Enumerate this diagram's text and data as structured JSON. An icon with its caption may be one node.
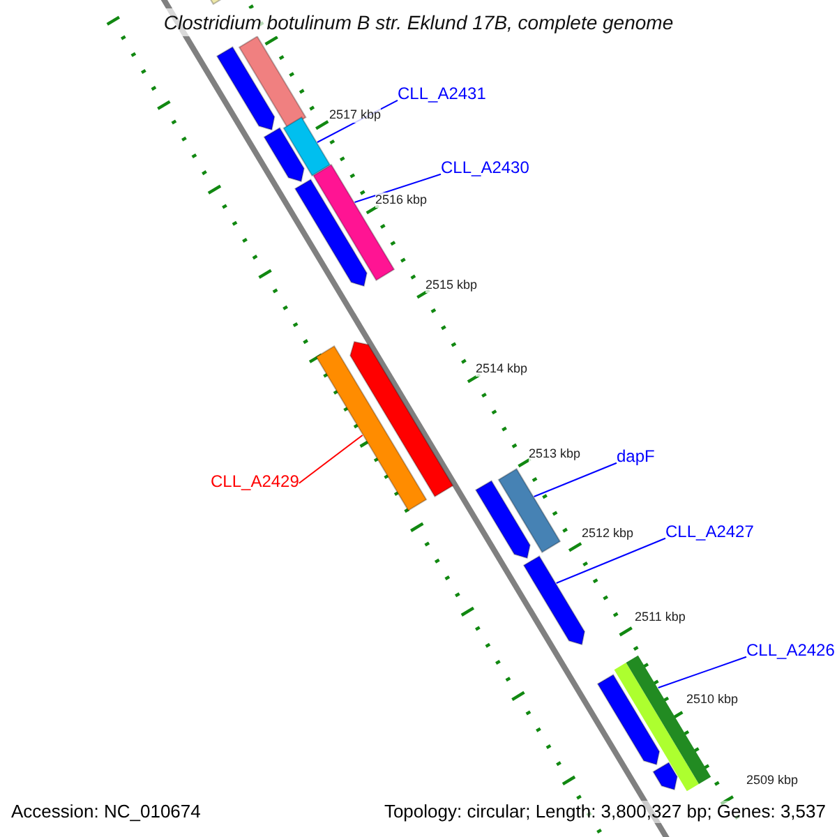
{
  "diagram": {
    "title": "Clostridium botulinum B str. Eklund 17B, complete genome",
    "nodes": [
      {
        "text": [
          "CLL_A2431"
        ]
      },
      {
        "text": [
          "CLL_A2430"
        ]
      },
      {
        "text": [
          "CLL_A2429"
        ]
      },
      {
        "text": [
          "dapF"
        ]
      },
      {
        "text": [
          "CLL_A2427"
        ]
      },
      {
        "text": [
          "CLL_A2426"
        ]
      },
      {
        "text": [],
        "shape": "bar"
      },
      {
        "text": [],
        "shape": "arrow"
      },
      {
        "text": [],
        "shape": "bar"
      },
      {
        "text": [],
        "shape": "bar"
      },
      {
        "text": [],
        "shape": "arrow"
      },
      {
        "text": [],
        "shape": "bar"
      },
      {
        "text": [],
        "shape": "arrow"
      },
      {
        "text": [],
        "shape": "arrow"
      },
      {
        "text": [],
        "shape": "bar"
      },
      {
        "text": [],
        "shape": "bar"
      },
      {
        "text": [],
        "shape": "arrow"
      },
      {
        "text": [],
        "shape": "arrow"
      },
      {
        "text": [],
        "shape": "bar"
      },
      {
        "text": [],
        "shape": "arrow"
      },
      {
        "text": [],
        "shape": "arrow"
      }
    ],
    "edges": [
      {
        "from": 0,
        "to": 9,
        "arrow": "none"
      },
      {
        "from": 1,
        "to": 11,
        "arrow": "none"
      },
      {
        "from": 2,
        "to": 14,
        "arrow": "none",
        "color": "#ff0000"
      },
      {
        "from": 3,
        "to": 15,
        "arrow": "none"
      },
      {
        "from": 4,
        "to": 17,
        "arrow": "none"
      },
      {
        "from": 5,
        "to": 18,
        "arrow": "none"
      }
    ],
    "labels": [
      "2517 kbp",
      "2516 kbp",
      "2515 kbp",
      "2514 kbp",
      "2513 kbp",
      "2512 kbp",
      "2511 kbp",
      "2510 kbp",
      "2509 kbp",
      "Accession: NC_010674",
      "Topology: circular; Length: 3,800,327 bp; Genes: 3,537"
    ]
  }
}
